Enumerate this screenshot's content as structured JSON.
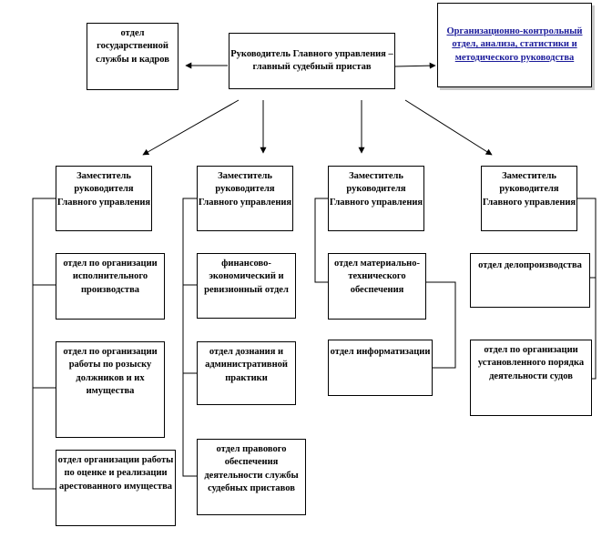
{
  "nodes": {
    "head": "Руководитель Главного управления – главный судебный пристав",
    "hr": "отдел государственной службы и кадров",
    "org_control": "Организационно-контрольный отдел, анализа, статистики и методического руководства",
    "dep1": "Заместитель руководителя Главного управления",
    "dep2": "Заместитель руководителя Главного управления",
    "dep3": "Заместитель руководителя Главного управления",
    "dep4": "Заместитель руководителя Главного управления",
    "exec": "отдел по организации исполнительного производства",
    "search": "отдел по организации работы по розыску должников и их имущества",
    "assess": "отдел организации работы по оценке и реализации арестованного имущества",
    "finance": "финансово-экономический и ревизионный отдел",
    "inquiry": "отдел дознания и административной практики",
    "legal": "отдел правового обеспечения деятельности службы судебных приставов",
    "material": "отдел материально-технического обеспечения",
    "info": "отдел информатизации",
    "records": "отдел делопроизводства",
    "court_order": "отдел по организации установленного порядка деятельности судов"
  }
}
